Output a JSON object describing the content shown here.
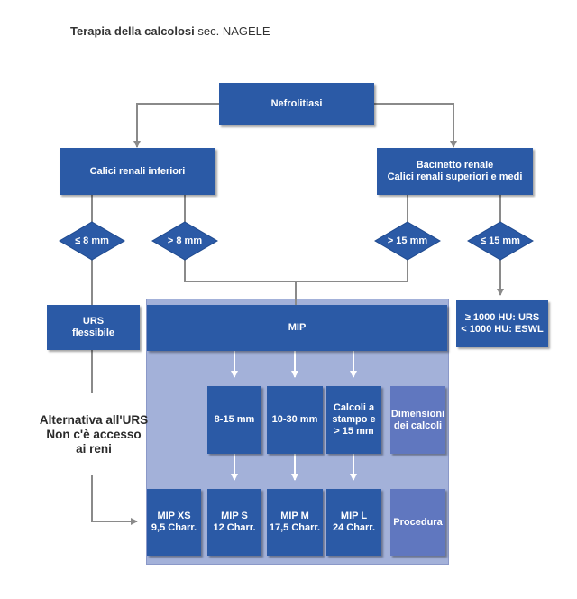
{
  "title": {
    "bold": "Terapia della calcolosi",
    "rest": "sec. NAGELE"
  },
  "nodes": {
    "root": "Nefrolitiasi",
    "left_branch": "Calici renali inferiori",
    "right_branch_line1": "Bacinetto renale",
    "right_branch_line2": "Calici renali superiori e medi",
    "d_le8": "≤ 8 mm",
    "d_gt8": "> 8 mm",
    "d_gt15": "> 15 mm",
    "d_le15": "≤ 15 mm",
    "urs_line1": "URS",
    "urs_line2": "flessibile",
    "mip": "MIP",
    "hu_line1": "≥ 1000 HU: URS",
    "hu_line2": "< 1000 HU: ESWL",
    "size1": "8-15 mm",
    "size2": "10-30 mm",
    "size3_line1": "Calcoli a",
    "size3_line2": "stampo e",
    "size3_line3": "> 15 mm",
    "dim_line1": "Dimensioni",
    "dim_line2": "dei calcoli",
    "p1_line1": "MIP XS",
    "p1_line2": "9,5 Charr.",
    "p2_line1": "MIP S",
    "p2_line2": "12 Charr.",
    "p3_line1": "MIP M",
    "p3_line2": "17,5 Charr.",
    "p4_line1": "MIP L",
    "p4_line2": "24 Charr.",
    "procedura": "Procedura"
  },
  "side_note": {
    "line1": "Alternativa all'URS",
    "line2": "Non c'è accesso",
    "line3": "ai reni"
  },
  "colors": {
    "box": "#2b5aa6",
    "label_box": "#6077bf",
    "panel": "#a3b1d9",
    "connector": "#8a8a8a",
    "inner_arrow": "#ffffff"
  }
}
